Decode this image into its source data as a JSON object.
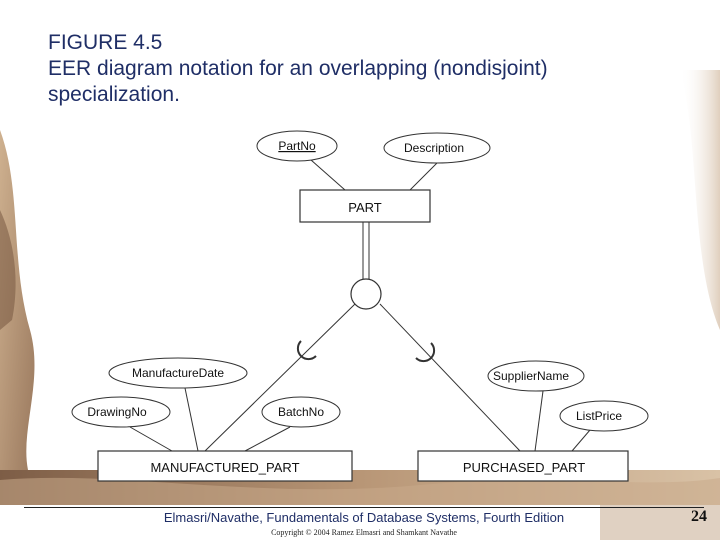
{
  "slide": {
    "title_line1": "FIGURE 4.5",
    "title_line2": "EER diagram notation for an overlapping (nondisjoint)",
    "title_line3": "specialization.",
    "footer_main": "Elmasri/Navathe, Fundamentals of Database Systems, Fourth Edition",
    "footer_copyright": "Copyright © 2004 Ramez Elmasri and Shamkant Navathe",
    "page_number": "24"
  },
  "diagram": {
    "superclass": "PART",
    "superclass_attributes": [
      "PartNo",
      "Description"
    ],
    "subclass_left": "MANUFACTURED_PART",
    "subclass_left_attributes": [
      "ManufactureDate",
      "DrawingNo",
      "BatchNo"
    ],
    "subclass_right": "PURCHASED_PART",
    "subclass_right_attributes": [
      "SupplierName",
      "ListPrice"
    ],
    "specialization_symbol": "circle-empty"
  }
}
